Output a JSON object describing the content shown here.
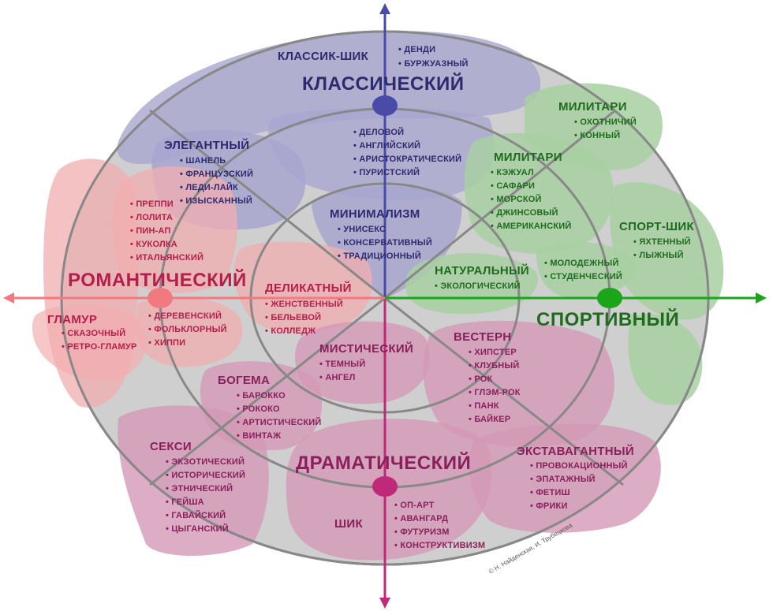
{
  "colors": {
    "classic": "#2d2a6e",
    "sport": "#1e6b1e",
    "romantic": "#b51d4a",
    "dramatic": "#8a1f5c",
    "axis_classic": "#4a4aa8",
    "axis_sport": "#1aa51a",
    "axis_romantic": "#f07a80",
    "axis_dramatic": "#c0287a"
  },
  "styles": {
    "classic": {
      "title": "КЛАССИЧЕСКИЙ"
    },
    "sport": {
      "title": "СПОРТИВНЫЙ"
    },
    "romantic": {
      "title": "РОМАНТИЧЕСКИЙ"
    },
    "dramatic": {
      "title": "ДРАМАТИЧЕСКИЙ"
    }
  },
  "groups": {
    "classic_chic": {
      "title": "КЛАССИК-ШИК",
      "items": [
        "ДЕНДИ",
        "БУРЖУАЗНЫЙ"
      ]
    },
    "classic_inner": {
      "items": [
        "ДЕЛОВОЙ",
        "АНГЛИЙСКИЙ",
        "АРИСТОКРАТИЧЕСКИЙ",
        "ПУРИСТСКИЙ"
      ]
    },
    "minimalism": {
      "title": "МИНИМАЛИЗМ",
      "items": [
        "УНИСЕКС",
        "КОНСЕРВАТИВНЫЙ",
        "ТРАДИЦИОННЫЙ"
      ]
    },
    "elegant": {
      "title": "ЭЛЕГАНТНЫЙ",
      "items": [
        "ШАНЕЛЬ",
        "ФРАНЦУЗСКИЙ",
        "ЛЕДИ-ЛАЙК",
        "ИЗЫСКАННЫЙ"
      ]
    },
    "military_outer": {
      "title": "МИЛИТАРИ",
      "items": [
        "ОХОТНИЧИЙ",
        "КОННЫЙ"
      ]
    },
    "military_inner": {
      "title": "МИЛИТАРИ",
      "items": [
        "КЭЖУАЛ",
        "САФАРИ",
        "МОРСКОЙ",
        "ДЖИНСОВЫЙ",
        "АМЕРИКАНСКИЙ"
      ]
    },
    "sport_chic": {
      "title": "СПОРТ-ШИК",
      "items": [
        "ЯХТЕННЫЙ",
        "ЛЫЖНЫЙ"
      ]
    },
    "natural": {
      "title": "НАТУРАЛЬНЫЙ",
      "items": [
        "ЭКОЛОГИЧЕСКИЙ"
      ]
    },
    "youth": {
      "items": [
        "МОЛОДЕЖНЫЙ",
        "СТУДЕНЧЕСКИЙ"
      ]
    },
    "romantic_list": {
      "items": [
        "ПРЕППИ",
        "ЛОЛИТА",
        "ПИН-АП",
        "КУКОЛКА",
        "ИТАЛЬЯНСКИЙ"
      ]
    },
    "glamour": {
      "title": "ГЛАМУР",
      "items": [
        "СКАЗОЧНЫЙ",
        "РЕТРО-ГЛАМУР"
      ]
    },
    "folk": {
      "items": [
        "ДЕРЕВЕНСКИЙ",
        "ФОЛЬКЛОРНЫЙ",
        "ХИППИ"
      ]
    },
    "delicate": {
      "title": "ДЕЛИКАТНЫЙ",
      "items": [
        "ЖЕНСТВЕННЫЙ",
        "БЕЛЬЕВОЙ",
        "КОЛЛЕДЖ"
      ]
    },
    "mystic": {
      "title": "МИСТИЧЕСКИЙ",
      "items": [
        "ТЕМНЫЙ",
        "АНГЕЛ"
      ]
    },
    "western": {
      "title": "ВЕСТЕРН",
      "items": [
        "ХИПСТЕР",
        "КЛУБНЫЙ",
        "РОК",
        "ГЛЭМ-РОК",
        "ПАНК",
        "БАЙКЕР"
      ]
    },
    "bohemia": {
      "title": "БОГЕМА",
      "items": [
        "БАРОККО",
        "РОКОКО",
        "АРТИСТИЧЕСКИЙ",
        "ВИНТАЖ"
      ]
    },
    "sexy": {
      "title": "СЕКСИ",
      "items": [
        "ЭКЗОТИЧЕСКИЙ",
        "ИСТОРИЧЕСКИЙ",
        "ЭТНИЧЕСКИЙ",
        "ГЕЙША",
        "ГАВАЙСКИЙ",
        "ЦЫГАНСКИЙ"
      ]
    },
    "extravagant": {
      "title": "ЭКСТАВАГАНТНЫЙ",
      "items": [
        "ПРОВОКАЦИОННЫЙ",
        "ЭПАТАЖНЫЙ",
        "ФЕТИШ",
        "ФРИКИ"
      ]
    },
    "chic": {
      "title": "ШИК"
    },
    "avantgarde": {
      "items": [
        "ОП-АРТ",
        "АВАНГАРД",
        "ФУТУРИЗМ",
        "КОНСТРУКТИВИЗМ"
      ]
    }
  },
  "copyright": "© Н. Найденская, И. Трубецкова"
}
